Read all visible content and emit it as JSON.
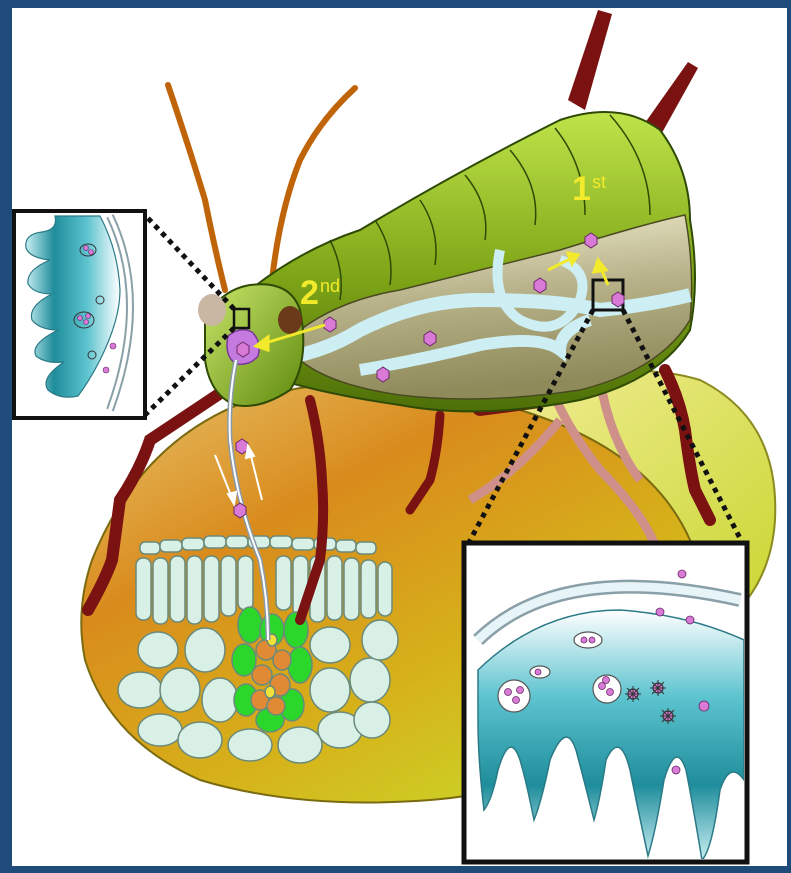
{
  "labels": {
    "first_num": "1",
    "first_sup": "st",
    "second_num": "2",
    "second_sup": "nd"
  },
  "colors": {
    "frame": "#1f4b7a",
    "insect_body": "#6f9a10",
    "legs": "#7a1212",
    "antennae": "#c0640a",
    "hemolymph_vessel": "#cdeef3",
    "virion": "#d97ad6",
    "salivary_gland": "#c57ae0",
    "arrows": "#f2ea2a",
    "gut_cells": "#2a9aa8",
    "mesophyll": "#d9f0e6",
    "phloem": "#2bd72b",
    "companion_cells": "#e08a36"
  }
}
